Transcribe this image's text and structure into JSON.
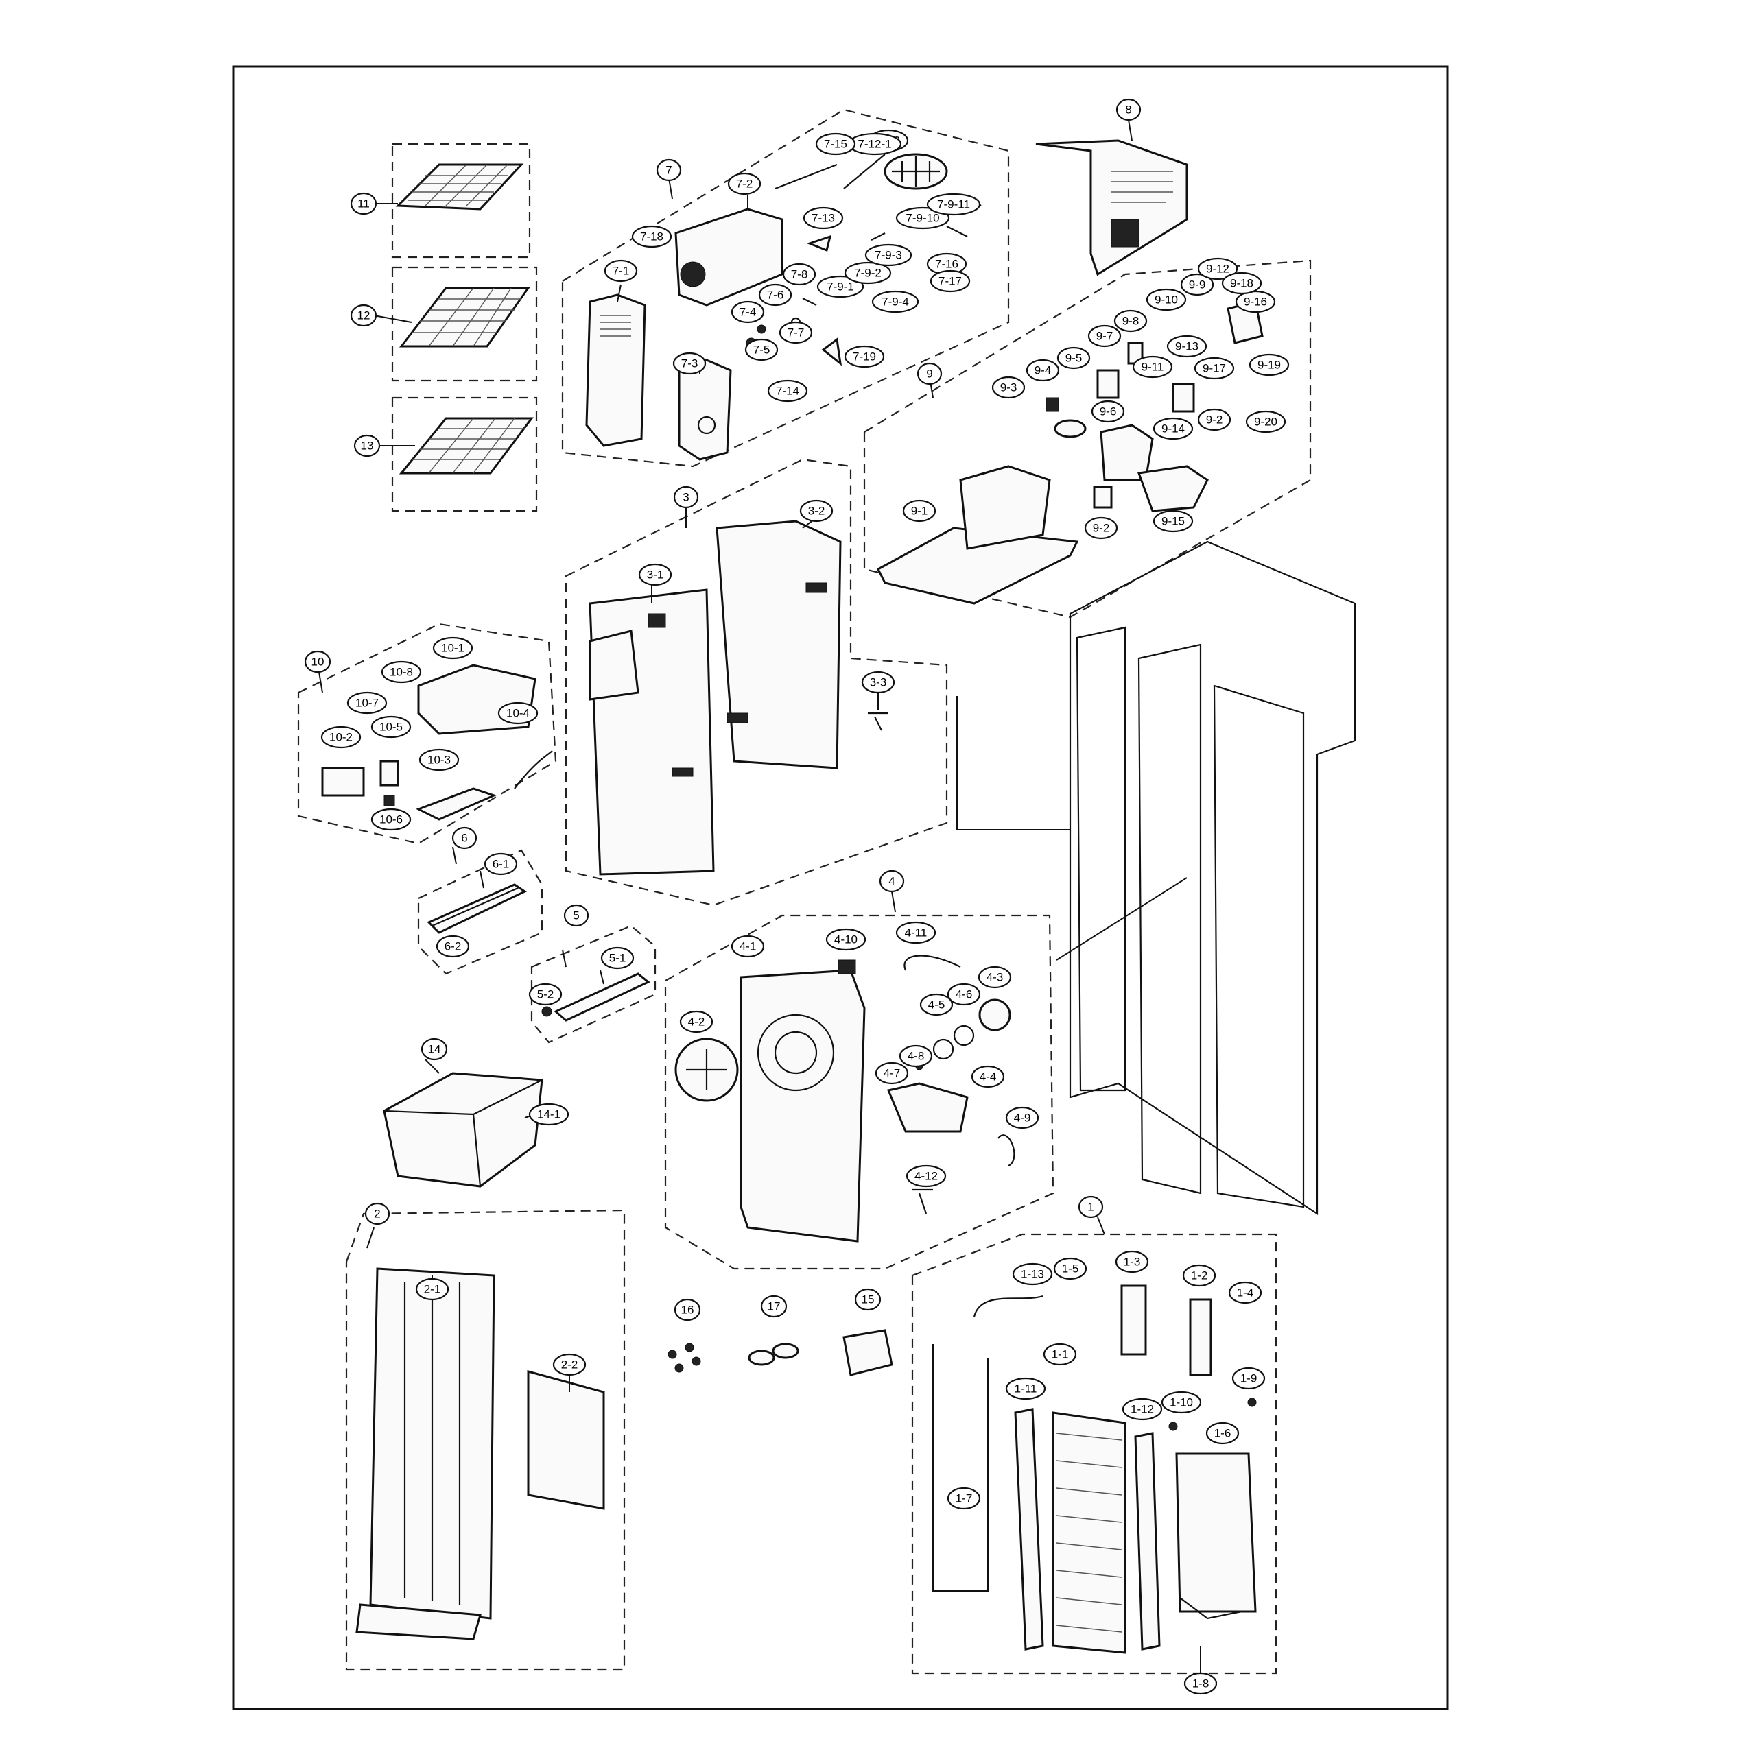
{
  "callouts": [
    {
      "id": "c11",
      "label": "11"
    },
    {
      "id": "c12",
      "label": "12"
    },
    {
      "id": "c13",
      "label": "13"
    },
    {
      "id": "c7",
      "label": "7"
    },
    {
      "id": "c7-1",
      "label": "7-1"
    },
    {
      "id": "c7-2",
      "label": "7-2"
    },
    {
      "id": "c7-3",
      "label": "7-3"
    },
    {
      "id": "c7-4",
      "label": "7-4"
    },
    {
      "id": "c7-5",
      "label": "7-5"
    },
    {
      "id": "c7-6",
      "label": "7-6"
    },
    {
      "id": "c7-7",
      "label": "7-7"
    },
    {
      "id": "c7-8",
      "label": "7-8"
    },
    {
      "id": "c7-9-1",
      "label": "7-9-1"
    },
    {
      "id": "c7-9-2",
      "label": "7-9-2"
    },
    {
      "id": "c7-9-3",
      "label": "7-9-3"
    },
    {
      "id": "c7-9-4",
      "label": "7-9-4"
    },
    {
      "id": "c7-9-10",
      "label": "7-9-10"
    },
    {
      "id": "c7-9-11",
      "label": "7-9-11"
    },
    {
      "id": "c7-12",
      "label": "7-12"
    },
    {
      "id": "c7-12-1",
      "label": "7-12-1"
    },
    {
      "id": "c7-13",
      "label": "7-13"
    },
    {
      "id": "c7-14",
      "label": "7-14"
    },
    {
      "id": "c7-15",
      "label": "7-15"
    },
    {
      "id": "c7-16",
      "label": "7-16"
    },
    {
      "id": "c7-17",
      "label": "7-17"
    },
    {
      "id": "c7-18",
      "label": "7-18"
    },
    {
      "id": "c7-19",
      "label": "7-19"
    },
    {
      "id": "c8",
      "label": "8"
    },
    {
      "id": "c9",
      "label": "9"
    },
    {
      "id": "c9-1",
      "label": "9-1"
    },
    {
      "id": "c9-2a",
      "label": "9-2"
    },
    {
      "id": "c9-2b",
      "label": "9-2"
    },
    {
      "id": "c9-3",
      "label": "9-3"
    },
    {
      "id": "c9-4",
      "label": "9-4"
    },
    {
      "id": "c9-5",
      "label": "9-5"
    },
    {
      "id": "c9-6",
      "label": "9-6"
    },
    {
      "id": "c9-7",
      "label": "9-7"
    },
    {
      "id": "c9-8",
      "label": "9-8"
    },
    {
      "id": "c9-9",
      "label": "9-9"
    },
    {
      "id": "c9-10",
      "label": "9-10"
    },
    {
      "id": "c9-11",
      "label": "9-11"
    },
    {
      "id": "c9-12",
      "label": "9-12"
    },
    {
      "id": "c9-13",
      "label": "9-13"
    },
    {
      "id": "c9-14",
      "label": "9-14"
    },
    {
      "id": "c9-15",
      "label": "9-15"
    },
    {
      "id": "c9-16",
      "label": "9-16"
    },
    {
      "id": "c9-17",
      "label": "9-17"
    },
    {
      "id": "c9-18",
      "label": "9-18"
    },
    {
      "id": "c9-19",
      "label": "9-19"
    },
    {
      "id": "c9-20",
      "label": "9-20"
    },
    {
      "id": "c3",
      "label": "3"
    },
    {
      "id": "c3-1",
      "label": "3-1"
    },
    {
      "id": "c3-2",
      "label": "3-2"
    },
    {
      "id": "c3-3",
      "label": "3-3"
    },
    {
      "id": "c10",
      "label": "10"
    },
    {
      "id": "c10-1",
      "label": "10-1"
    },
    {
      "id": "c10-2",
      "label": "10-2"
    },
    {
      "id": "c10-3",
      "label": "10-3"
    },
    {
      "id": "c10-4",
      "label": "10-4"
    },
    {
      "id": "c10-5",
      "label": "10-5"
    },
    {
      "id": "c10-6",
      "label": "10-6"
    },
    {
      "id": "c10-7",
      "label": "10-7"
    },
    {
      "id": "c10-8",
      "label": "10-8"
    },
    {
      "id": "c6",
      "label": "6"
    },
    {
      "id": "c6-1",
      "label": "6-1"
    },
    {
      "id": "c6-2",
      "label": "6-2"
    },
    {
      "id": "c5",
      "label": "5"
    },
    {
      "id": "c5-1",
      "label": "5-1"
    },
    {
      "id": "c5-2",
      "label": "5-2"
    },
    {
      "id": "c4",
      "label": "4"
    },
    {
      "id": "c4-1",
      "label": "4-1"
    },
    {
      "id": "c4-2",
      "label": "4-2"
    },
    {
      "id": "c4-3",
      "label": "4-3"
    },
    {
      "id": "c4-4",
      "label": "4-4"
    },
    {
      "id": "c4-5",
      "label": "4-5"
    },
    {
      "id": "c4-6",
      "label": "4-6"
    },
    {
      "id": "c4-7",
      "label": "4-7"
    },
    {
      "id": "c4-8",
      "label": "4-8"
    },
    {
      "id": "c4-9",
      "label": "4-9"
    },
    {
      "id": "c4-10",
      "label": "4-10"
    },
    {
      "id": "c4-11",
      "label": "4-11"
    },
    {
      "id": "c4-12",
      "label": "4-12"
    },
    {
      "id": "c14",
      "label": "14"
    },
    {
      "id": "c14-1",
      "label": "14-1"
    },
    {
      "id": "c2",
      "label": "2"
    },
    {
      "id": "c2-1",
      "label": "2-1"
    },
    {
      "id": "c2-2",
      "label": "2-2"
    },
    {
      "id": "c16",
      "label": "16"
    },
    {
      "id": "c17",
      "label": "17"
    },
    {
      "id": "c15",
      "label": "15"
    },
    {
      "id": "c1",
      "label": "1"
    },
    {
      "id": "c1-1",
      "label": "1-1"
    },
    {
      "id": "c1-2",
      "label": "1-2"
    },
    {
      "id": "c1-3",
      "label": "1-3"
    },
    {
      "id": "c1-4",
      "label": "1-4"
    },
    {
      "id": "c1-5",
      "label": "1-5"
    },
    {
      "id": "c1-6",
      "label": "1-6"
    },
    {
      "id": "c1-7",
      "label": "1-7"
    },
    {
      "id": "c1-8",
      "label": "1-8"
    },
    {
      "id": "c1-9",
      "label": "1-9"
    },
    {
      "id": "c1-10",
      "label": "1-10"
    },
    {
      "id": "c1-11",
      "label": "1-11"
    },
    {
      "id": "c1-12",
      "label": "1-12"
    },
    {
      "id": "c1-13",
      "label": "1-13"
    }
  ]
}
